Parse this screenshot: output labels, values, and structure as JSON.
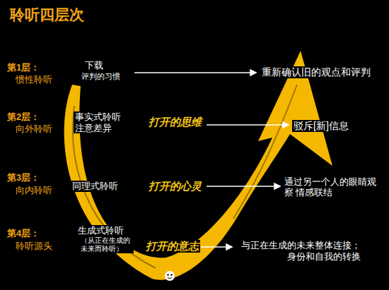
{
  "diagram": {
    "title": "聆听四层次",
    "labels": [
      "第1层：",
      "惯性聆听",
      "下载",
      "评判的习惯",
      "重新确认旧的观点和评判",
      "第2层：",
      "向外聆听",
      "事实式聆听 注意差异",
      "打开的思维",
      "驳斥[新]信息",
      "第3层：",
      "向内聆听",
      "同理式聆听",
      "打开的心灵",
      "通过另一个人的眼睛观察 情感联结",
      "第4层：",
      "聆听源头",
      "生成式聆听",
      "（从正在生成的未来而聆听）",
      "打开的意志",
      "与正在生成的未来整体连接； 身份和自我的转换"
    ]
  }
}
